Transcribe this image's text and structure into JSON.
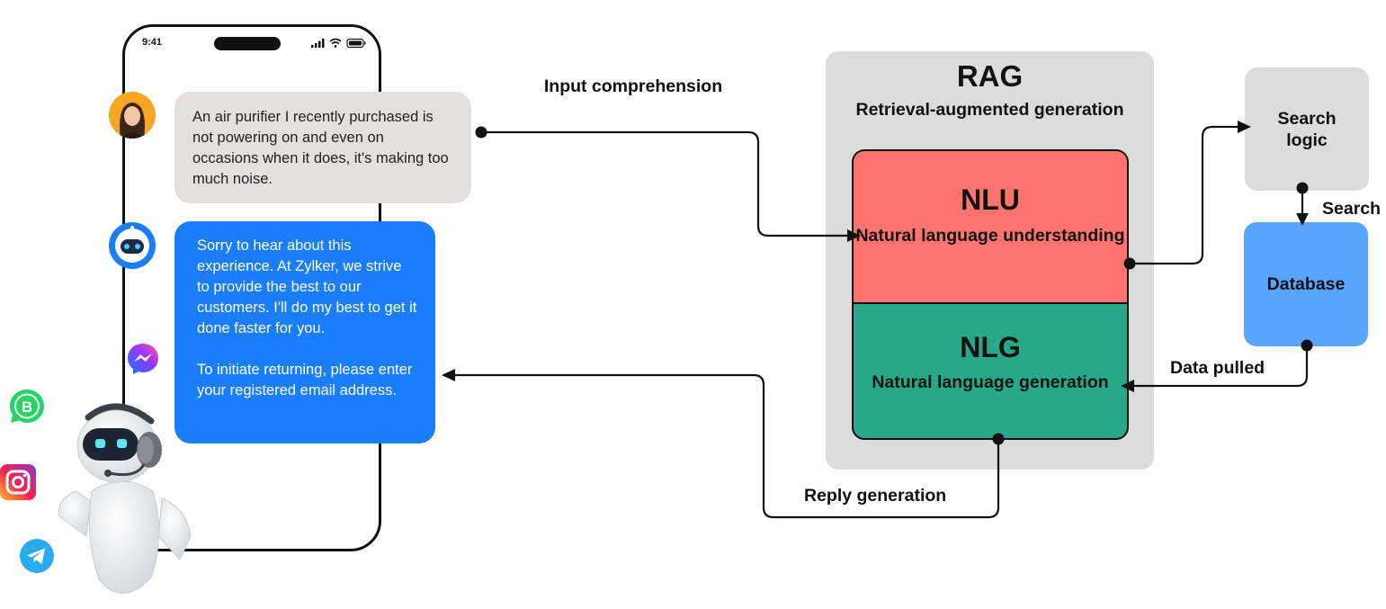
{
  "phone": {
    "status_time": "9:41",
    "messages": {
      "user": "An air purifier I recently purchased is not powering on and even on occasions when it does, it's making too much noise.",
      "bot_p1": "Sorry to hear about this experience. At Zylker, we strive to provide the best to our customers. I'll do my best to get it done faster for you.",
      "bot_p2": "To initiate returning, please enter your registered email address."
    }
  },
  "channel_icons": [
    "messenger-icon",
    "whatsapp-business-icon",
    "instagram-icon",
    "telegram-icon"
  ],
  "diagram": {
    "rag_title": "RAG",
    "rag_subtitle": "Retrieval-augmented generation",
    "nlu_title": "NLU",
    "nlu_subtitle": "Natural language understanding",
    "nlg_title": "NLG",
    "nlg_subtitle": "Natural language generation",
    "search_logic": "Search logic",
    "database": "Database",
    "labels": {
      "input": "Input comprehension",
      "search": "Search",
      "data_pulled": "Data pulled",
      "reply": "Reply generation"
    }
  },
  "colors": {
    "user_bubble": "#e5e0df",
    "bot_bubble": "#1a7dfa",
    "rag_panel": "#dcdcdc",
    "nlu": "#fe736e",
    "nlg": "#26a889",
    "database": "#58a5fd"
  }
}
